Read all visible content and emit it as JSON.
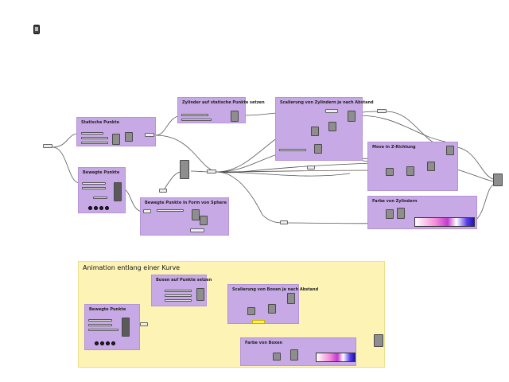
{
  "canvas": {
    "background": "#ffffff",
    "wire_color": "#555555"
  },
  "groups": {
    "statische_punkte": "Statische Punkte",
    "zylinder": "Zylinder auf statische Punkte setzen",
    "skalierung_zylinder": "Scalierung von Zylindern je nach Abstand",
    "bewegte_punkte": "Bewegte Punkte",
    "sphere": "Bewegte Punkte in Form von Sphere",
    "move_z": "Move in Z-Richtung",
    "farbe_zylinder": "Farbe von Zylindern",
    "animation": "Animation entlang einer Kurve",
    "boxen_setzen": "Boxen auf Punkte setzen",
    "skalierung_boxen": "Scalierung von Boxen je nach Abstand",
    "bewegte_punkte_2": "Bewegte Punkte",
    "farbe_boxen": "Farbe von Boxen"
  },
  "colors": {
    "group_purple": "#c7a9e6",
    "group_yellow": "#fdf3b5",
    "component": "#8e8e8e",
    "gradient_pink": "#f58ad8",
    "gradient_blue": "#1a16b8",
    "panel_yellow": "#ffee55"
  },
  "icons": [
    "grasshopper-component-icon",
    "toolbar-icon",
    "play-dots-icon",
    "gradient-icon"
  ]
}
